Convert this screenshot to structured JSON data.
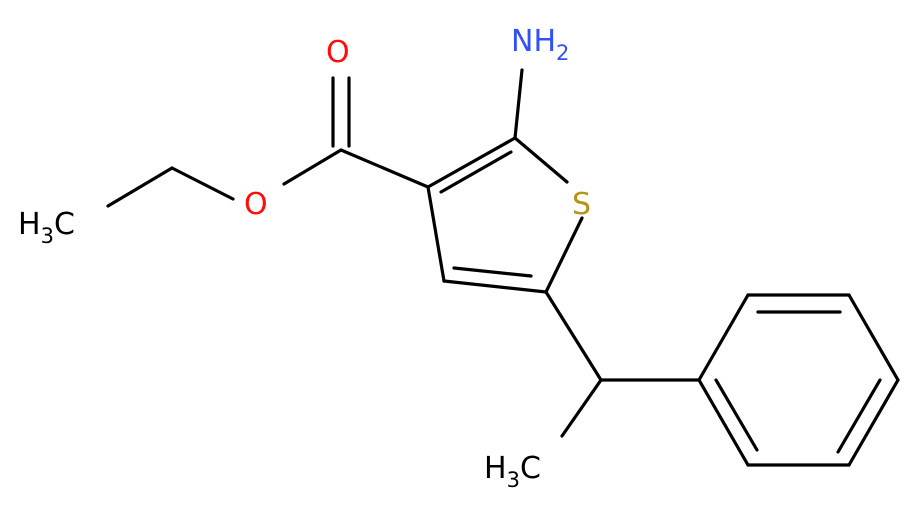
{
  "molecule": {
    "atoms": {
      "oxygen_carbonyl": "O",
      "oxygen_ester": "O",
      "amino": {
        "main": "NH",
        "sub": "2"
      },
      "sulfur": "S",
      "methyl_ethyl": {
        "pre": "H",
        "sub": "3",
        "post": "C"
      },
      "methyl_branch": {
        "pre": "H",
        "sub": "3",
        "post": "C"
      }
    },
    "colors": {
      "bond": "#000000",
      "oxygen": "#ff0d0d",
      "nitrogen": "#3050f8",
      "sulfur": "#b2961a",
      "carbon": "#000000"
    }
  }
}
